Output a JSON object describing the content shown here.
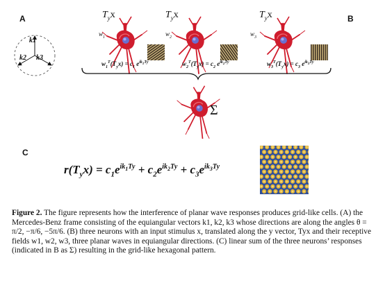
{
  "panels": {
    "a_label": "A",
    "b_label": "B",
    "c_label": "C"
  },
  "panel_a": {
    "vectors": [
      "k1",
      "k2",
      "k3"
    ]
  },
  "panel_b": {
    "stimulus": "T",
    "stimulus_sub": "y",
    "stimulus_var": "x",
    "neurons": [
      {
        "weight": "w",
        "weight_sub": "1",
        "eq_lhs": "w",
        "eq_lhs_sub": "1",
        "eq_lhs_sup": "T",
        "eq_mid": "(T",
        "eq_mid_sub": "y",
        "eq_mid2": "x) = ",
        "coef": "c",
        "coef_sub": "1",
        "exp": " e",
        "exp_sup": "ik",
        "exp_sup_sub": "1",
        "exp_sup2": "T",
        "exp_tail": "y"
      },
      {
        "weight": "w",
        "weight_sub": "2",
        "eq_lhs": "w",
        "eq_lhs_sub": "2",
        "eq_lhs_sup": "T",
        "eq_mid": "(T",
        "eq_mid_sub": "y",
        "eq_mid2": "x) = ",
        "coef": "c",
        "coef_sub": "2",
        "exp": " e",
        "exp_sup": "ik",
        "exp_sup_sub": "2",
        "exp_sup2": "T",
        "exp_tail": "y"
      },
      {
        "weight": "w",
        "weight_sub": "3",
        "eq_lhs": "w",
        "eq_lhs_sub": "3",
        "eq_lhs_sup": "T",
        "eq_mid": "(T",
        "eq_mid_sub": "y",
        "eq_mid2": "x) = ",
        "coef": "c",
        "coef_sub": "3",
        "exp": " e",
        "exp_sup": "ik",
        "exp_sup_sub": "3",
        "exp_sup2": "T",
        "exp_tail": "y"
      }
    ],
    "sum_symbol": "Σ"
  },
  "panel_c": {
    "lhs": "r(T",
    "lhs_sub": "y",
    "lhs_tail": "x) = c",
    "t1_sub": "1",
    "t1_e": "e",
    "t1_sup": "ik",
    "t1_sup_sub": "1",
    "t1_sup_T": "T",
    "t1_sup_tail": "y",
    "plus1": " + c",
    "t2_sub": "2",
    "t2_e": "e",
    "t2_sup": "ik",
    "t2_sup_sub": "2",
    "t2_sup_T": "T",
    "t2_sup_tail": "y",
    "plus2": " + c",
    "t3_sub": "3",
    "t3_e": "e",
    "t3_sup": "ik",
    "t3_sup_sub": "3",
    "t3_sup_T": "T",
    "t3_sup_tail": "y"
  },
  "caption": {
    "figure_label": "Figure 2.",
    "text": " The figure represents how the interference of planar wave responses produces grid-like cells. (A) the Mercedes-Benz frame consisting of the equiangular vectors k1, k2, k3 whose directions are along the angles θ = π/2, −π/6, −5π/6. (B) three neurons with an input stimulus x, translated along the y vector, Tyx and their receptive fields w1, w2, w3, three planar waves in equiangular directions. (C) linear sum of the three neurons’ responses (indicated in B as Σ) resulting in the grid-like hexagonal pattern."
  },
  "colors": {
    "neuron_red": "#d01a2a",
    "nucleus_blue": "#6a6fd0",
    "grating_dark": "#3a2e22",
    "grating_light": "#c9b27a",
    "hex_bg": "#2f4f9c",
    "hex_spot": "#e0b43a"
  },
  "icons": {
    "neuron": "neuron-cell-icon"
  }
}
